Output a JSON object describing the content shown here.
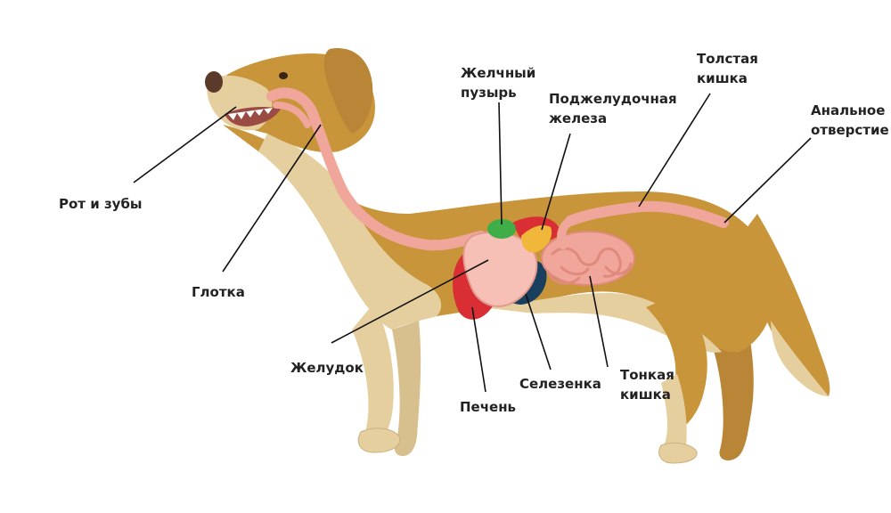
{
  "labels": {
    "mouth": "Рот и зубы",
    "pharynx": "Глотка",
    "stomach": "Желудок",
    "liver": "Печень",
    "spleen": "Селезенка",
    "small_intestine": [
      "Тонкая",
      "кишка"
    ],
    "gallbladder": [
      "Желчный",
      "пузырь"
    ],
    "pancreas": [
      "Поджелудочная",
      "железа"
    ],
    "large_intestine": [
      "Толстая",
      "кишка"
    ],
    "anus": [
      "Анальное",
      "отверстие"
    ]
  },
  "colors": {
    "body_fur": "#c8953a",
    "belly_fur": "#e6cf9e",
    "tract": "#f0a69a",
    "stomach": "#f6c0b6",
    "liver": "#d92f34",
    "spleen": "#183f5e",
    "gallbladder": "#3fae49",
    "pancreas": "#f1b73a",
    "nose": "#5a3a2a"
  }
}
